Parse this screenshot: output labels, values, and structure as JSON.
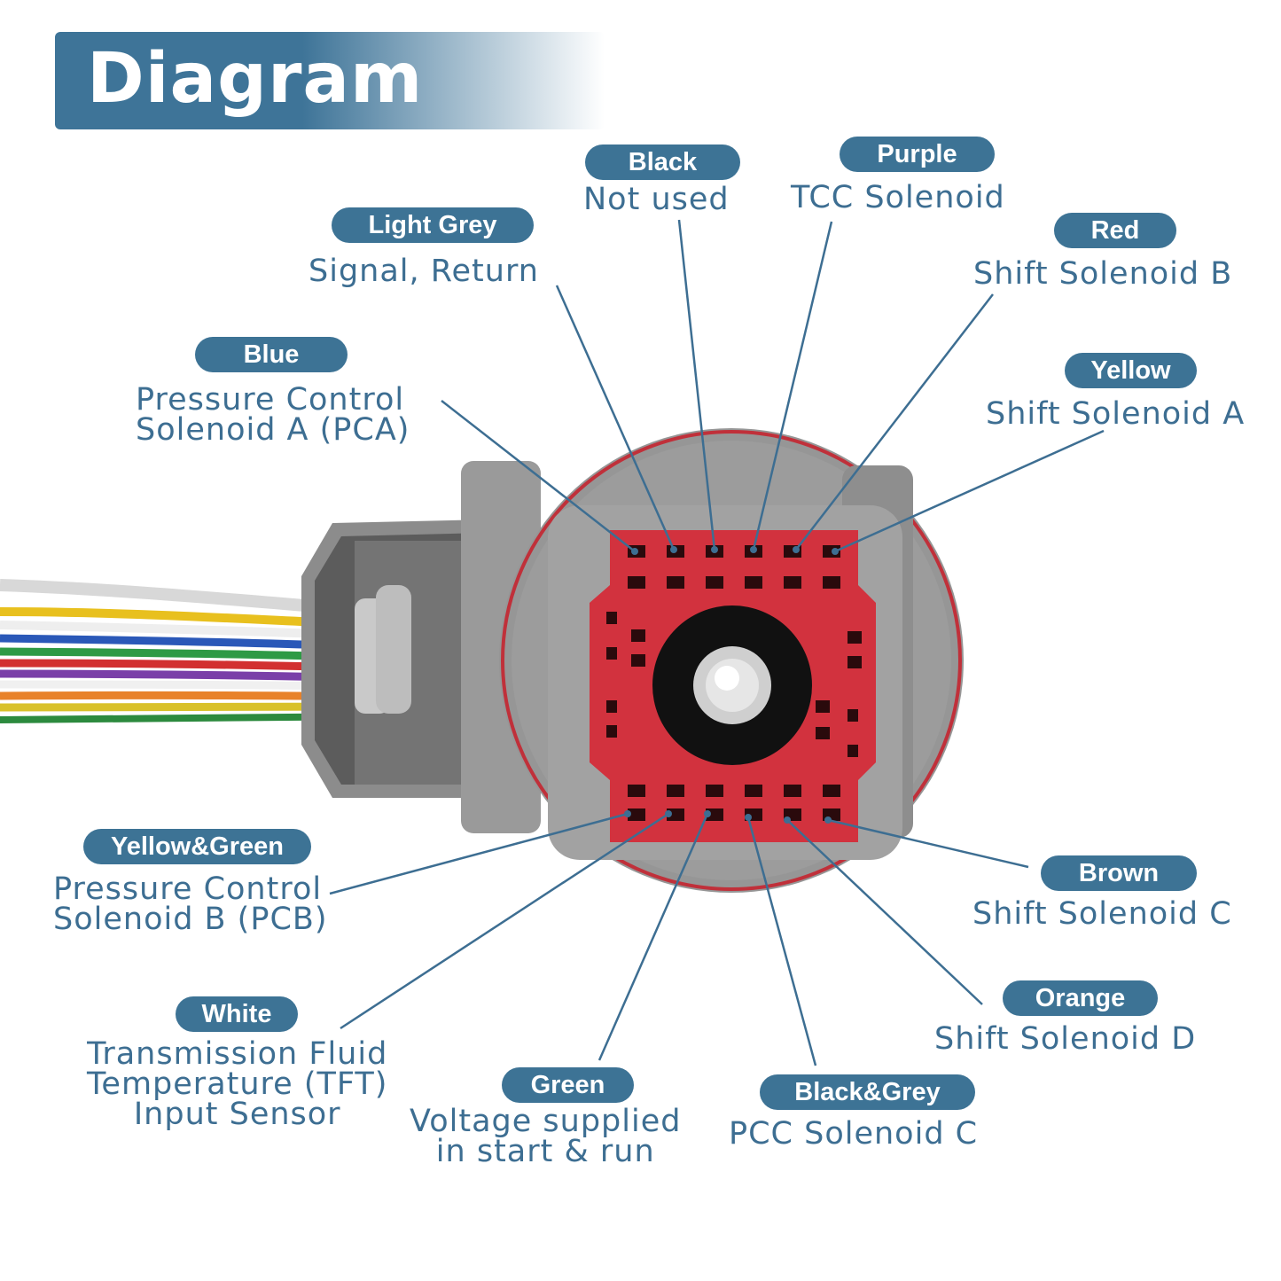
{
  "header": {
    "title": "Diagram"
  },
  "colors": {
    "accent": "#3d7395",
    "text": "#3d6e92",
    "connector_red": "#d2323e",
    "housing_grey": "#8c8c8c"
  },
  "pins": [
    {
      "wire": "Black",
      "function": [
        "Not used"
      ]
    },
    {
      "wire": "Purple",
      "function": [
        "TCC Solenoid"
      ]
    },
    {
      "wire": "Light Grey",
      "function": [
        "Signal, Return"
      ]
    },
    {
      "wire": "Red",
      "function": [
        "Shift Solenoid B"
      ]
    },
    {
      "wire": "Blue",
      "function": [
        "Pressure Control",
        "Solenoid A (PCA)"
      ]
    },
    {
      "wire": "Yellow",
      "function": [
        "Shift Solenoid A"
      ]
    },
    {
      "wire": "Yellow&Green",
      "function": [
        "Pressure Control",
        "Solenoid B (PCB)"
      ]
    },
    {
      "wire": "Brown",
      "function": [
        "Shift Solenoid C"
      ]
    },
    {
      "wire": "White",
      "function": [
        "Transmission Fluid",
        "Temperature (TFT)",
        "Input Sensor"
      ]
    },
    {
      "wire": "Orange",
      "function": [
        "Shift Solenoid D"
      ]
    },
    {
      "wire": "Green",
      "function": [
        "Voltage supplied",
        "in start & run"
      ]
    },
    {
      "wire": "Black&Grey",
      "function": [
        "PCC Solenoid C"
      ]
    }
  ]
}
